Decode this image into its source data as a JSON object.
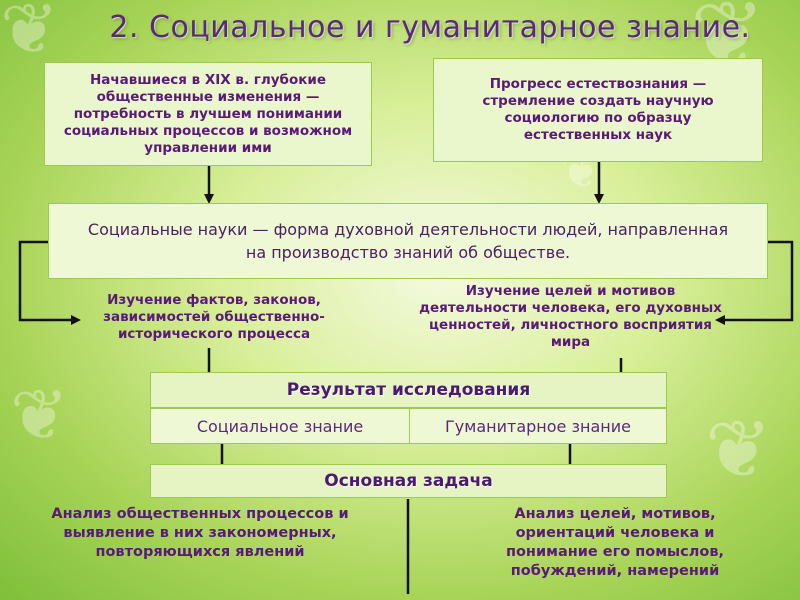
{
  "title": "2. Социальное и гуманитарное знание.",
  "top_left": "Начавшиеся в XIX в. глубокие общественные изменения — потребность в лучшем понимании социальных процессов и возможном управлении ими",
  "top_right": "Прогресс естествознания — стремление создать научную социологию по образцу естественных наук",
  "main": "Социальные науки — форма духовной деятельности людей, направленная на производство знаний об обществе.",
  "sub_left": "Изучение фактов, законов, зависимостей общественно-исторического процесса",
  "sub_right": "Изучение целей и мотивов деятельности человека, его духовных ценностей, личностного восприятия мира",
  "result": {
    "header": "Результат исследования",
    "left": "Социальное знание",
    "right": "Гуманитарное знание"
  },
  "task": {
    "header": "Основная задача"
  },
  "bottom_left": "Анализ общественных процессов и выявление в них закономерных, повторяющихся явлений",
  "bottom_right": "Анализ целей, мотивов, ориентаций человека и понимание его помыслов, побуждений, намерений",
  "colors": {
    "text": "#5a1a78",
    "box_fill": "#eaf6cc",
    "box_border": "#9cc94f",
    "arrow": "#111111"
  }
}
